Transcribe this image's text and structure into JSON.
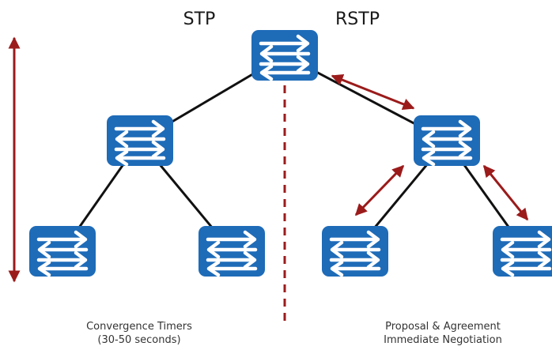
{
  "titles": {
    "left": "STP",
    "right": "RSTP"
  },
  "captions": {
    "left_line1": "Convergence Timers",
    "left_line2": "(30-50 seconds)",
    "right_line1": "Proposal & Agreement",
    "right_line2": "Immediate Negotiation"
  },
  "colors": {
    "switch_fill": "#1e6bb8",
    "switch_arrow": "#ffffff",
    "link": "#111111",
    "negotiation_arrow": "#9b1b1b",
    "divider": "#9b1b1b"
  },
  "icons": {
    "switch": "switch-arrows-icon"
  }
}
